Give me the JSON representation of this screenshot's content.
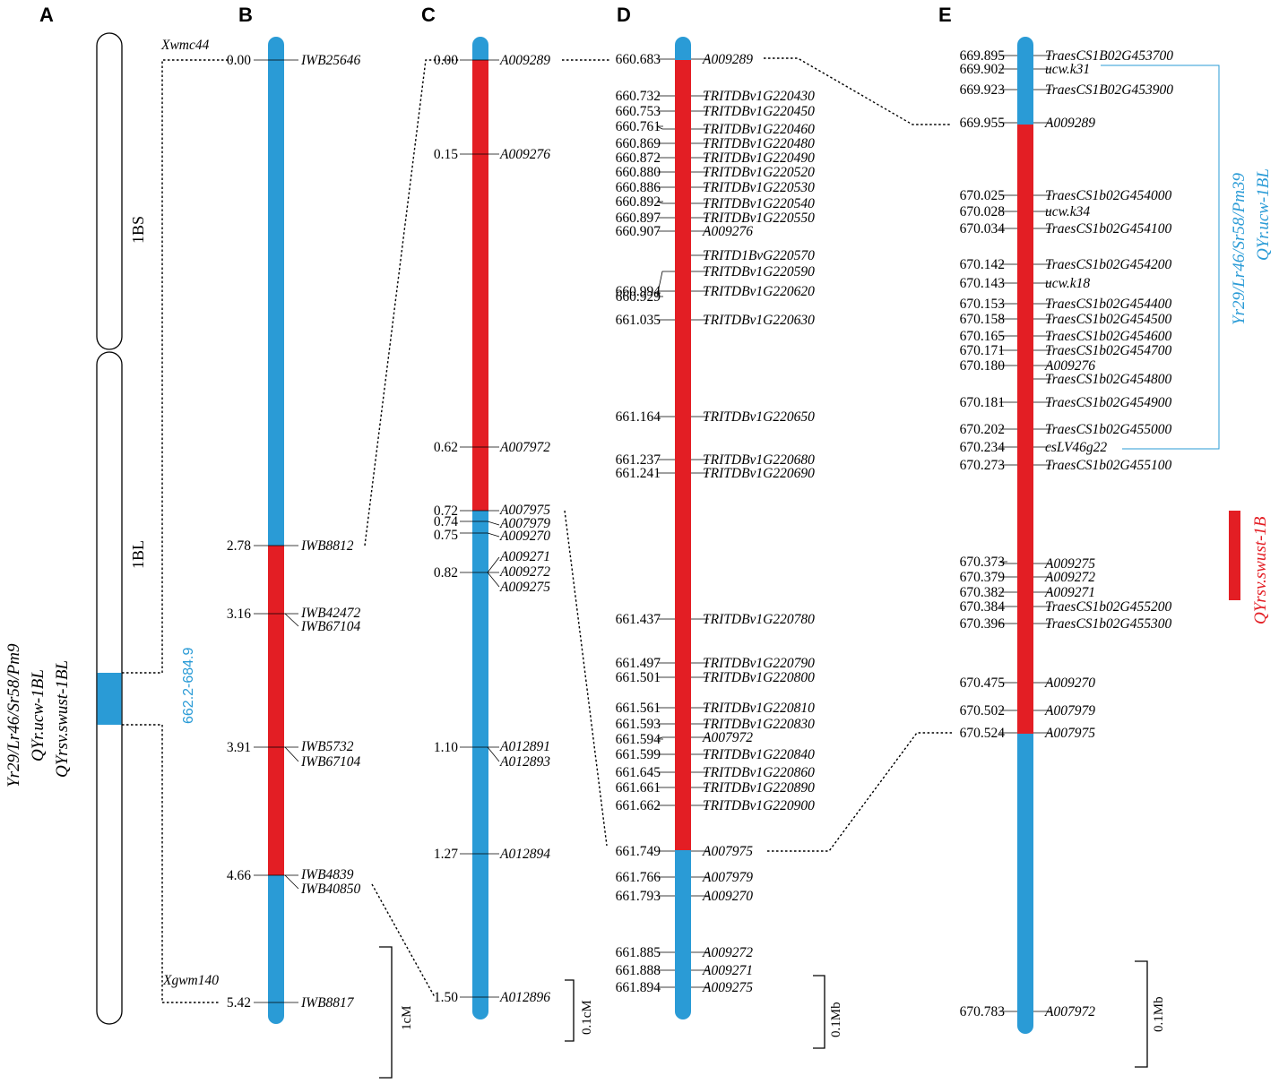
{
  "colors": {
    "blue": "#2A9BD6",
    "red": "#E31E24",
    "black": "#000000"
  },
  "panels": {
    "A": {
      "label": "A",
      "arms": [
        "1BS",
        "1BL"
      ],
      "top_marker": "Xwmc44",
      "bottom_marker": "Xgwm140",
      "interval_label": "662.2-684.9",
      "side_labels": [
        "Yr29/Lr46/Sr58/Pm9",
        "QYr.ucw-1BL",
        "QYrsv.swust-1BL"
      ]
    },
    "B": {
      "label": "B",
      "markers": [
        {
          "pos": "0.00",
          "names": [
            "IWB25646"
          ]
        },
        {
          "pos": "2.78",
          "names": [
            "IWB8812"
          ]
        },
        {
          "pos": "3.16",
          "names": [
            "IWB42472",
            "IWB67104"
          ]
        },
        {
          "pos": "3.91",
          "names": [
            "IWB5732",
            "IWB67104"
          ]
        },
        {
          "pos": "4.66",
          "names": [
            "IWB4839",
            "IWB40850"
          ]
        },
        {
          "pos": "5.42",
          "names": [
            "IWB8817"
          ]
        }
      ],
      "scale_label": "1cM"
    },
    "C": {
      "label": "C",
      "markers": [
        {
          "pos": "0.00",
          "names": [
            "A009289"
          ]
        },
        {
          "pos": "0.15",
          "names": [
            "A009276"
          ]
        },
        {
          "pos": "0.62",
          "names": [
            "A007972"
          ]
        },
        {
          "pos": "0.72",
          "names": [
            "A007975"
          ]
        },
        {
          "pos": "0.74",
          "names": [
            "A007979"
          ]
        },
        {
          "pos": "0.75",
          "names": [
            "A009270"
          ]
        },
        {
          "pos": "0.82",
          "names": [
            "A009271",
            "A009272",
            "A009275"
          ]
        },
        {
          "pos": "1.10",
          "names": [
            "A012891",
            "A012893"
          ]
        },
        {
          "pos": "1.27",
          "names": [
            "A012894"
          ]
        },
        {
          "pos": "1.50",
          "names": [
            "A012896"
          ]
        }
      ],
      "scale_label": "0.1cM"
    },
    "D": {
      "label": "D",
      "markers": [
        {
          "pos": "660.683",
          "name": "A009289"
        },
        {
          "pos": "660.732",
          "name": "TRITDBv1G220430"
        },
        {
          "pos": "660.753",
          "name": "TRITDBv1G220450"
        },
        {
          "pos": "660.761",
          "name": "TRITDBv1G220460"
        },
        {
          "pos": "660.869",
          "name": "TRITDBv1G220480"
        },
        {
          "pos": "660.872",
          "name": "TRITDBv1G220490"
        },
        {
          "pos": "660.880",
          "name": "TRITDBv1G220520"
        },
        {
          "pos": "660.886",
          "name": "TRITDBv1G220530"
        },
        {
          "pos": "660.892",
          "name": "TRITDBv1G220540"
        },
        {
          "pos": "660.897",
          "name": "TRITDBv1G220550"
        },
        {
          "pos": "660.907",
          "name": "A009276"
        },
        {
          "pos": "",
          "name": "TRITD1BvG220570"
        },
        {
          "pos": "660.929",
          "name": "TRITDBv1G220590"
        },
        {
          "pos": "660.994",
          "name": "TRITDBv1G220620"
        },
        {
          "pos": "661.035",
          "name": "TRITDBv1G220630"
        },
        {
          "pos": "661.164",
          "name": "TRITDBv1G220650"
        },
        {
          "pos": "661.237",
          "name": "TRITDBv1G220680"
        },
        {
          "pos": "661.241",
          "name": "TRITDBv1G220690"
        },
        {
          "pos": "661.437",
          "name": "TRITDBv1G220780"
        },
        {
          "pos": "661.497",
          "name": "TRITDBv1G220790"
        },
        {
          "pos": "661.501",
          "name": "TRITDBv1G220800"
        },
        {
          "pos": "661.561",
          "name": "TRITDBv1G220810"
        },
        {
          "pos": "661.593",
          "name": "TRITDBv1G220830"
        },
        {
          "pos": "661.594",
          "name": "A007972"
        },
        {
          "pos": "661.599",
          "name": "TRITDBv1G220840"
        },
        {
          "pos": "661.645",
          "name": "TRITDBv1G220860"
        },
        {
          "pos": "661.661",
          "name": "TRITDBv1G220890"
        },
        {
          "pos": "661.662",
          "name": "TRITDBv1G220900"
        },
        {
          "pos": "661.749",
          "name": "A007975"
        },
        {
          "pos": "661.766",
          "name": "A007979"
        },
        {
          "pos": "661.793",
          "name": "A009270"
        },
        {
          "pos": "661.885",
          "name": "A009272"
        },
        {
          "pos": "661.888",
          "name": "A009271"
        },
        {
          "pos": "661.894",
          "name": "A009275"
        }
      ],
      "scale_label": "0.1Mb"
    },
    "E": {
      "label": "E",
      "markers": [
        {
          "pos": "669.895",
          "name": "TraesCS1B02G453700"
        },
        {
          "pos": "669.902",
          "name": "ucw.k31"
        },
        {
          "pos": "669.923",
          "name": "TraesCS1B02G453900"
        },
        {
          "pos": "669.955",
          "name": "A009289"
        },
        {
          "pos": "670.025",
          "name": "TraesCS1b02G454000"
        },
        {
          "pos": "670.028",
          "name": "ucw.k34"
        },
        {
          "pos": "670.034",
          "name": "TraesCS1b02G454100"
        },
        {
          "pos": "670.142",
          "name": "TraesCS1b02G454200"
        },
        {
          "pos": "670.143",
          "name": "ucw.k18"
        },
        {
          "pos": "670.153",
          "name": "TraesCS1b02G454400"
        },
        {
          "pos": "670.158",
          "name": "TraesCS1b02G454500"
        },
        {
          "pos": "670.165",
          "name": "TraesCS1b02G454600"
        },
        {
          "pos": "670.171",
          "name": "TraesCS1b02G454700"
        },
        {
          "pos": "670.180",
          "name": "A009276"
        },
        {
          "pos": "",
          "name": "TraesCS1b02G454800"
        },
        {
          "pos": "670.181",
          "name": "TraesCS1b02G454900"
        },
        {
          "pos": "670.202",
          "name": "TraesCS1b02G455000"
        },
        {
          "pos": "670.234",
          "name": "csLV46g22"
        },
        {
          "pos": "670.273",
          "name": "TraesCS1b02G455100"
        },
        {
          "pos": "670.373",
          "name": "A009275"
        },
        {
          "pos": "670.379",
          "name": "A009272"
        },
        {
          "pos": "670.382",
          "name": "A009271"
        },
        {
          "pos": "670.384",
          "name": "TraesCS1b02G455200"
        },
        {
          "pos": "670.396",
          "name": "TraesCS1b02G455300"
        },
        {
          "pos": "670.475",
          "name": "A009270"
        },
        {
          "pos": "670.502",
          "name": "A007979"
        },
        {
          "pos": "670.524",
          "name": "A007975"
        },
        {
          "pos": "670.783",
          "name": "A007972"
        }
      ],
      "scale_label": "0.1Mb",
      "bracket_label": [
        "Yr29/Lr46/Sr58/Pm39",
        "QYr.ucw-1BL"
      ],
      "red_bar_label": "QYrsv.swust-1B"
    }
  }
}
